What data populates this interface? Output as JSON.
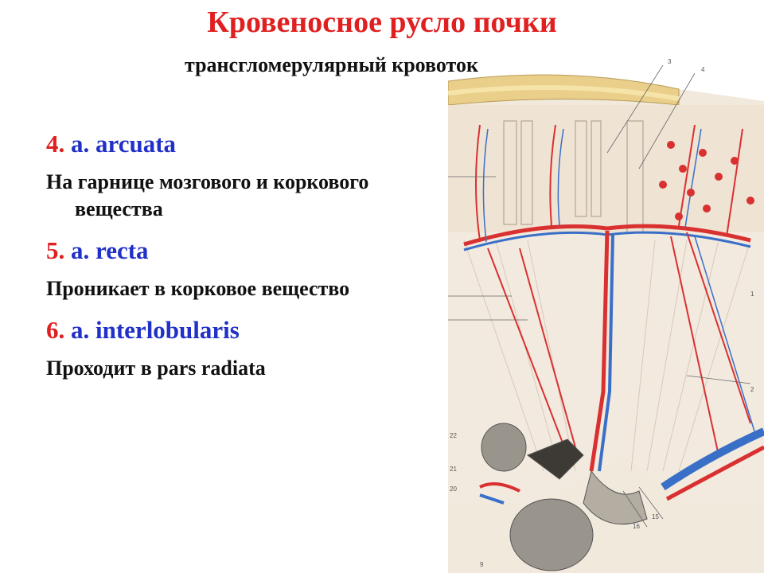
{
  "slide": {
    "title": "Кровеносное русло почки",
    "subtitle": "трансгломерулярный кровоток",
    "items": [
      {
        "number": "4.",
        "name": "a. arcuata",
        "description": "На гарнице мозгового и коркового вещества"
      },
      {
        "number": "5.",
        "name": "a. recta",
        "description": "Проникает в корковое вещество"
      },
      {
        "number": "6.",
        "name": "a. interlobularis",
        "description": "Проходит в pars radiata"
      }
    ]
  },
  "figure": {
    "labels": [
      "3",
      "4",
      "1",
      "2",
      "22",
      "21",
      "20",
      "16",
      "15",
      "9"
    ]
  },
  "colors": {
    "title": "#e02020",
    "artery": "#e02020",
    "vein": "#2030c8"
  }
}
